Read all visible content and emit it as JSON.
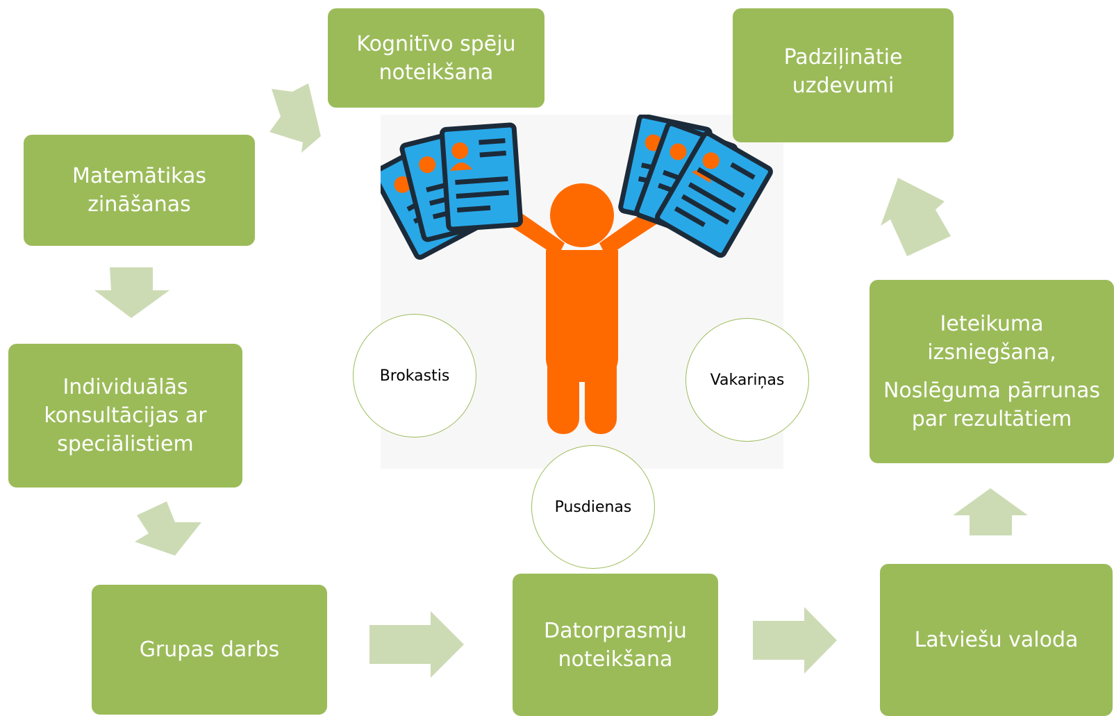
{
  "colors": {
    "box_fill": "#9bbb59",
    "box_text": "#ffffff",
    "arrow_fill": "#cddbb5",
    "circle_border": "#9bbb59",
    "figure_orange": "#ff6a00",
    "document_blue": "#29a8e8"
  },
  "boxes": {
    "cognitive": {
      "lines": [
        "Kognitīvo spēju",
        "noteikšana"
      ]
    },
    "advanced": {
      "lines": [
        "Padziļinātie",
        "uzdevumi"
      ]
    },
    "math": {
      "lines": [
        "Matemātikas",
        "zināšanas"
      ]
    },
    "individual": {
      "lines": [
        "Individuālās",
        "konsultācijas ar",
        "speciālistiem"
      ]
    },
    "recommendation": {
      "lines": [
        "Ieteikuma",
        "izsniegšana,",
        "Noslēguma pārrunas",
        "par rezultātiem"
      ]
    },
    "group": {
      "lines": [
        "Grupas darbs"
      ]
    },
    "computer": {
      "lines": [
        "Datorprasmju",
        "noteikšana"
      ]
    },
    "latvian": {
      "lines": [
        "Latviešu valoda"
      ]
    }
  },
  "meals": {
    "breakfast": "Brokastis",
    "lunch": "Pusdienas",
    "dinner": "Vakariņas"
  },
  "icons": {
    "central": "person-holding-documents-icon",
    "arrows": "block-arrow-icon"
  }
}
